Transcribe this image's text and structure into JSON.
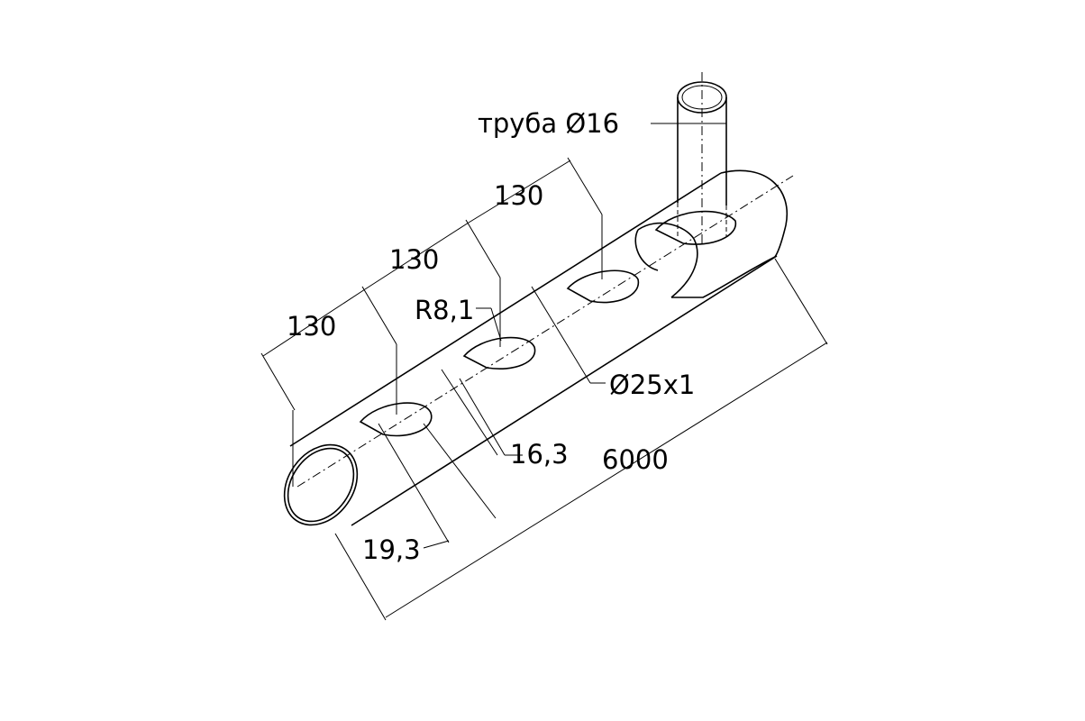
{
  "drawing": {
    "labels": {
      "pipe_branch": "труба Ø16",
      "pitch_1": "130",
      "pitch_2": "130",
      "pitch_3": "130",
      "radius": "R8,1",
      "main_pipe": "Ø25x1",
      "hole_width": "16,3",
      "hole_length": "19,3",
      "total_length": "6000"
    }
  }
}
